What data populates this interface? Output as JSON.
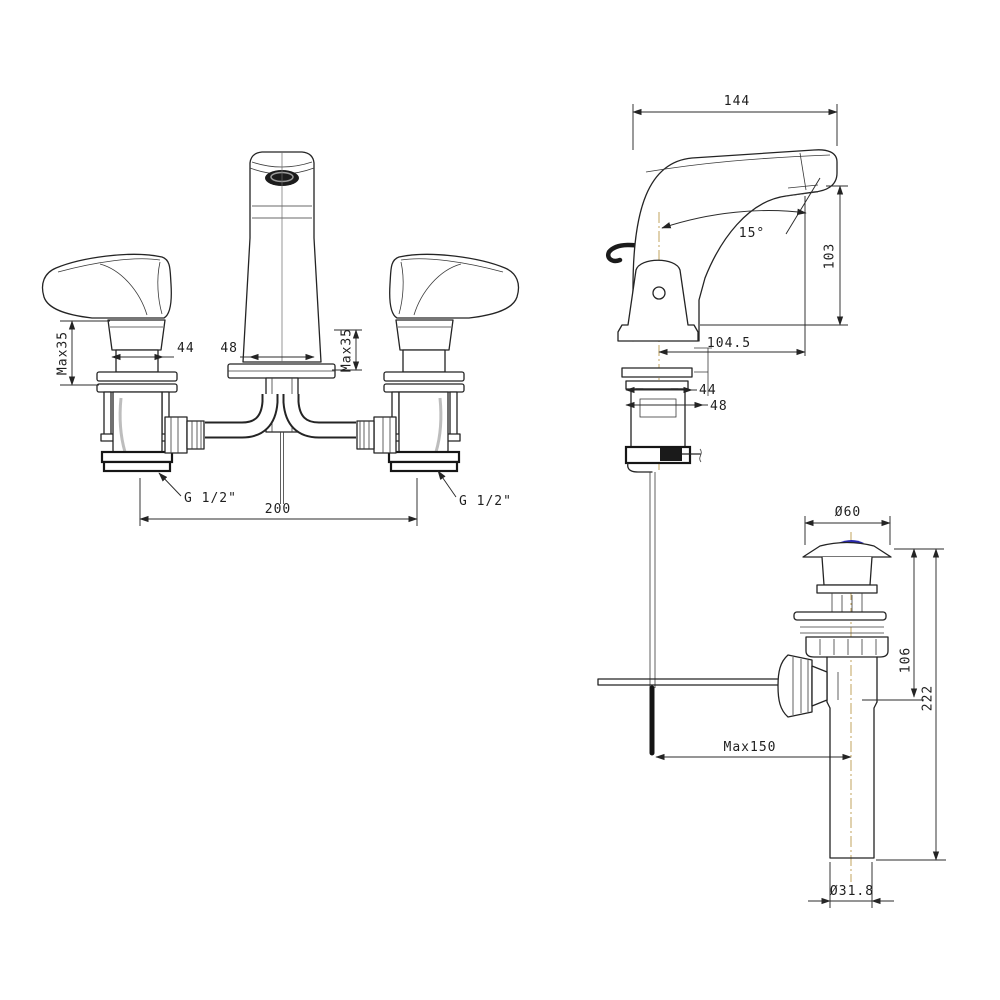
{
  "front_view": {
    "dim_max35_left": "Max35",
    "dim_handle_width": "44",
    "dim_spout_width": "48",
    "dim_max35_right": "Max35",
    "thread_left": "G 1/2\"",
    "thread_right": "G 1/2\"",
    "dim_spacing": "200"
  },
  "side_view": {
    "dim_overall_depth": "144",
    "dim_spout_angle": "15°",
    "dim_spout_height": "103",
    "dim_reach": "104.5",
    "dim_body_width": "44",
    "dim_base_width": "48",
    "dim_rod_reach": "Max150"
  },
  "drain_view": {
    "dim_cap_diameter": "Ø60",
    "dim_upper_height": "106",
    "dim_total_height": "222",
    "dim_pipe_diameter": "Ø31.8"
  },
  "colors": {
    "line": "#1f1f1f",
    "centerline": "#c2a35c",
    "accent_blue": "#2a2ab0"
  }
}
